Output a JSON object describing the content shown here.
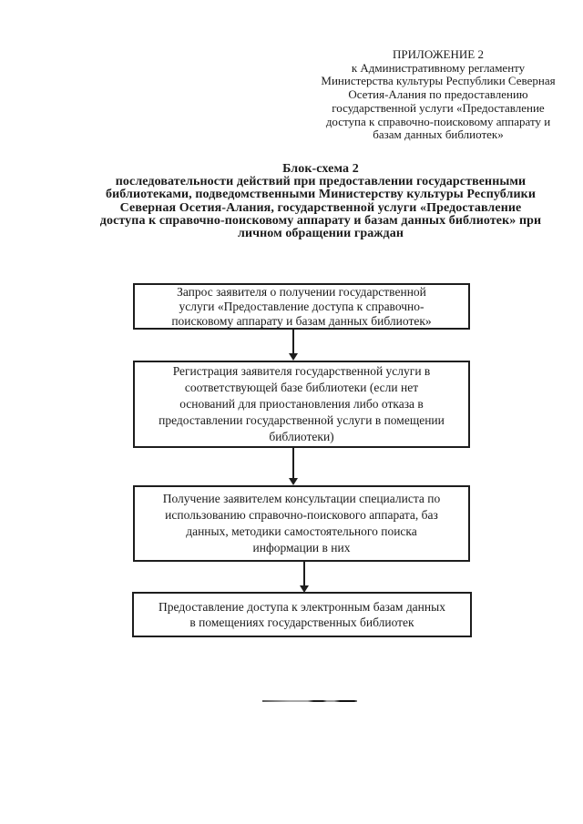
{
  "appendix_header": {
    "lines": [
      "ПРИЛОЖЕНИЕ 2",
      "к Административному регламенту",
      "Министерства культуры Республики Северная",
      "Осетия-Алания  по предоставлению",
      "государственной услуги «Предоставление",
      "доступа к справочно-поисковому аппарату и",
      "базам данных библиотек»"
    ]
  },
  "title": {
    "lines": [
      "Блок-схема 2",
      "последовательности действий при предоставлении государственными",
      "библиотеками, подведомственными Министерству культуры Республики",
      "Северная Осетия-Алания, государственной услуги «Предоставление",
      "доступа к справочно-поисковому аппарату и базам данных библиотек» при",
      "личном обращении граждан"
    ]
  },
  "flowchart": {
    "steps": [
      {
        "id": "request",
        "lines": [
          "Запрос заявителя о получении государственной",
          "услуги «Предоставление доступа к справочно-",
          "поисковому аппарату и базам данных библиотек»"
        ]
      },
      {
        "id": "registration",
        "lines": [
          "Регистрация заявителя государственной услуги в",
          "соответствующей базе библиотеки (если нет",
          "оснований для приостановления либо отказа в",
          "предоставлении государственной услуги в помещении",
          "библиотеки)"
        ]
      },
      {
        "id": "consultation",
        "lines": [
          "Получение заявителем консультации специалиста по",
          "использованию справочно-поискового аппарата, баз",
          "данных, методики самостоятельного поиска",
          "информации в них"
        ]
      },
      {
        "id": "access",
        "lines": [
          "Предоставление доступа к электронным базам данных",
          "в помещениях государственных библиотек"
        ]
      }
    ]
  },
  "ink_color": "#1a1a1a"
}
